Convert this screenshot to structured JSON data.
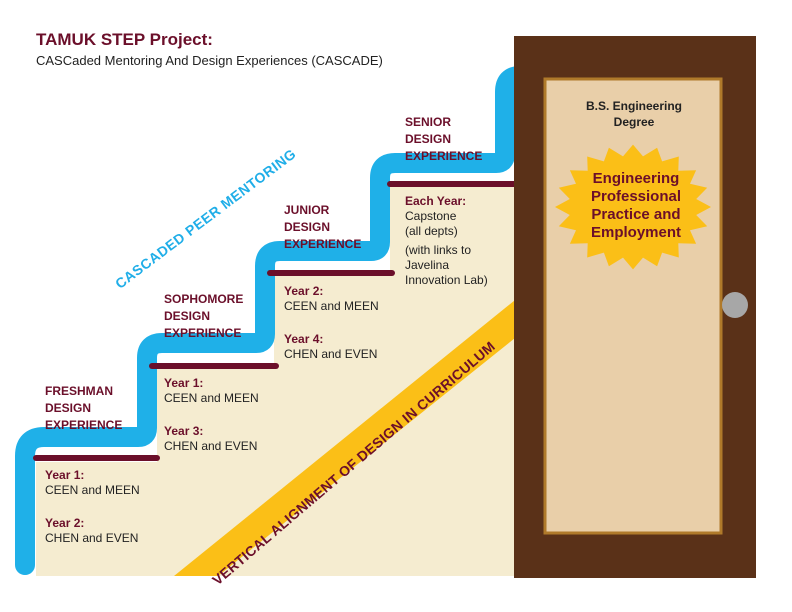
{
  "header": {
    "title": "TAMUK STEP Project:",
    "subtitle": "CASCaded Mentoring And Design Experiences (CASCADE)"
  },
  "stages": [
    {
      "heading": [
        "FRESHMAN",
        "DESIGN",
        "EXPERIENCE"
      ],
      "entries": [
        {
          "label": "Year 1:",
          "lines": [
            "CEEN and MEEN"
          ]
        },
        {
          "label": "Year 2:",
          "lines": [
            "CHEN and EVEN"
          ]
        }
      ]
    },
    {
      "heading": [
        "SOPHOMORE",
        "DESIGN",
        "EXPERIENCE"
      ],
      "entries": [
        {
          "label": "Year 1:",
          "lines": [
            "CEEN and MEEN"
          ]
        },
        {
          "label": "Year 3:",
          "lines": [
            "CHEN and EVEN"
          ]
        }
      ]
    },
    {
      "heading": [
        "JUNIOR",
        "DESIGN",
        "EXPERIENCE"
      ],
      "entries": [
        {
          "label": "Year 2:",
          "lines": [
            "CEEN and MEEN"
          ]
        },
        {
          "label": "Year 4:",
          "lines": [
            "CHEN and EVEN"
          ]
        }
      ]
    },
    {
      "heading": [
        "SENIOR",
        "DESIGN",
        "EXPERIENCE"
      ],
      "entries": [
        {
          "label": "Each Year:",
          "lines": [
            "Capstone",
            "(all depts)"
          ]
        },
        {
          "label": "",
          "lines": [
            "(with links to",
            "Javelina",
            "Innovation Lab)"
          ]
        }
      ]
    }
  ],
  "peer_mentoring_label": "CASCADED PEER MENTORING",
  "vertical_alignment_label": "VERTICAL ALIGNMENT OF DESIGN IN CURRICULUM",
  "door": {
    "degree_lines": [
      "B.S. Engineering",
      "Degree"
    ],
    "burst_lines": [
      "Engineering",
      "Professional",
      "Practice and",
      "Employment"
    ]
  },
  "colors": {
    "title": "#6b0f2a",
    "step_fill": "#f5ecd0",
    "cyan_band": "#1fb0e8",
    "tread": "#6b0f2a",
    "banner": "#fbbf17",
    "door": "#5a3118",
    "door_panel": "#e9cfa9",
    "panel_frame": "#b07a2a",
    "knob": "#a7a7a7",
    "burst": "#fbbf17"
  },
  "icons": {
    "door_knob": "door-knob-icon",
    "starburst": "starburst-icon"
  }
}
